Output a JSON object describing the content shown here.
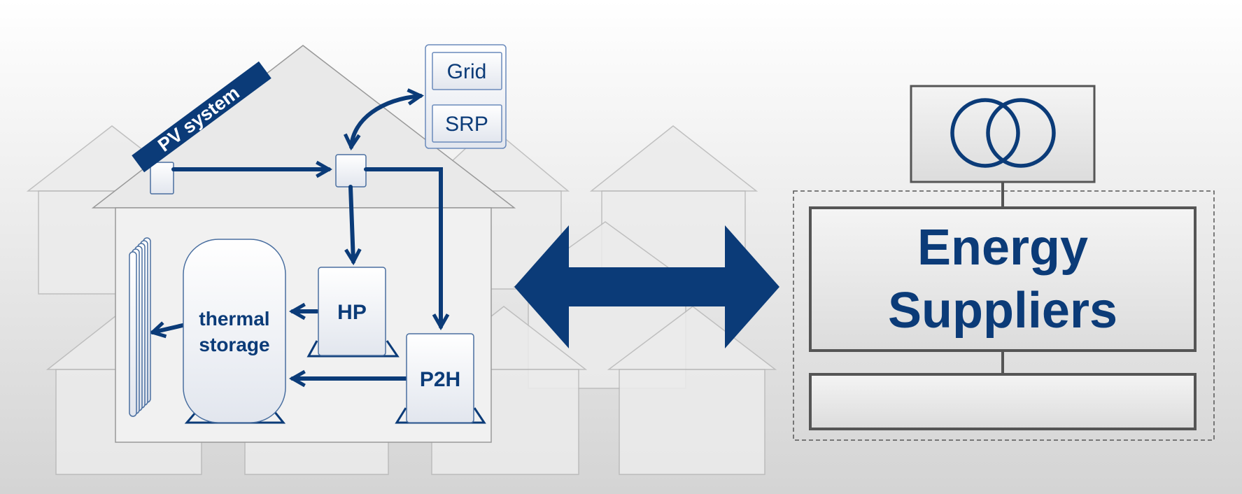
{
  "labels": {
    "pv_system": "PV system",
    "grid": "Grid",
    "srp": "SRP",
    "hp": "HP",
    "p2h": "P2H",
    "thermal_storage_line1": "thermal",
    "thermal_storage_line2": "storage",
    "energy_suppliers_line1": "Energy",
    "energy_suppliers_line2": "Suppliers"
  },
  "icons": {
    "transformer": "transformer-icon",
    "radiator": "radiator-icon",
    "bidirectional_arrow": "double-arrow-icon"
  },
  "colors": {
    "primary_blue": "#0b3b78",
    "house_fill": "#efefef",
    "house_stroke": "#9a9a9a",
    "background_top": "#ffffff",
    "background_bottom": "#d6d6d6",
    "supplier_border": "#555555"
  }
}
